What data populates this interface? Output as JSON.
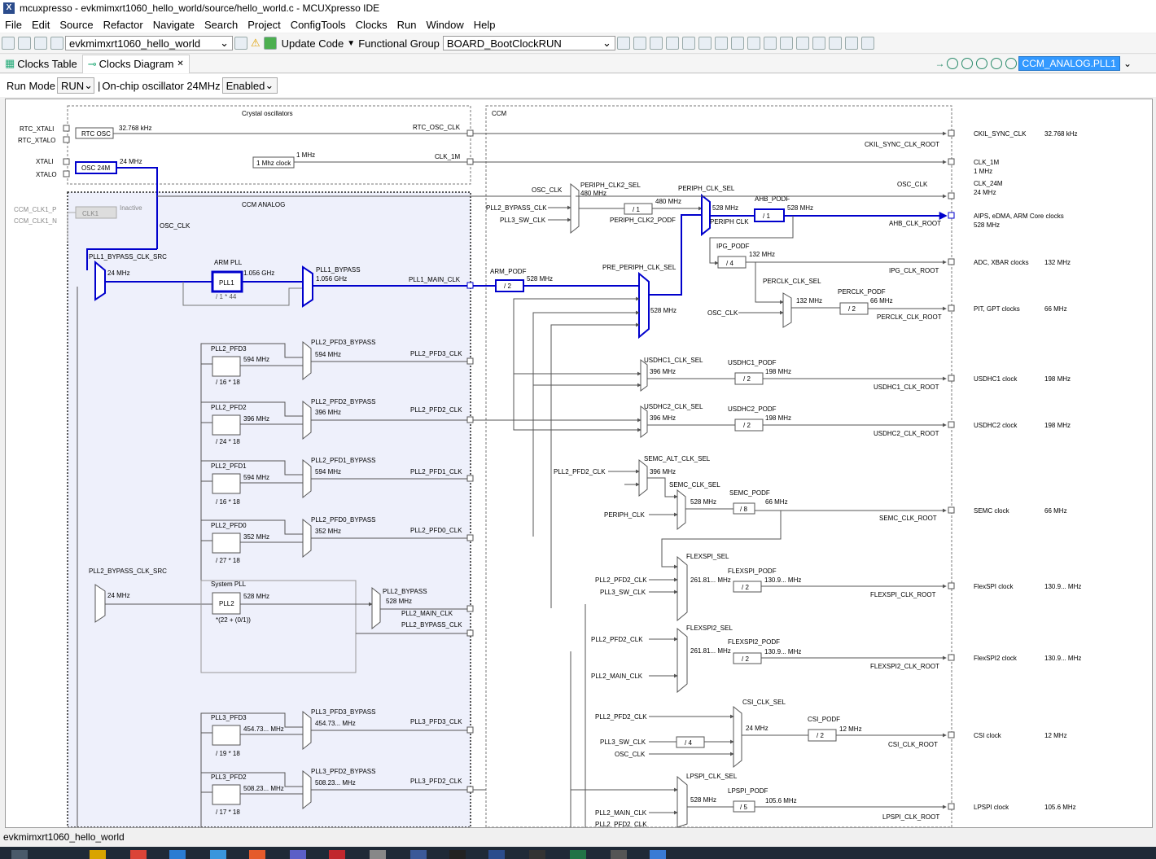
{
  "window": {
    "title": "mcuxpresso - evkmimxrt1060_hello_world/source/hello_world.c - MCUXpresso IDE",
    "app_icon": "mcuxpresso-app-icon"
  },
  "menu": [
    "File",
    "Edit",
    "Source",
    "Refactor",
    "Navigate",
    "Search",
    "Project",
    "ConfigTools",
    "Clocks",
    "Run",
    "Window",
    "Help"
  ],
  "toolbar": {
    "project": "evkmimxrt1060_hello_world",
    "update_code": "Update Code",
    "functional_group_label": "Functional Group",
    "functional_group": "BOARD_BootClockRUN"
  },
  "tabs": {
    "clocks_table": "Clocks Table",
    "clocks_diagram": "Clocks Diagram",
    "selected_element": "CCM_ANALOG.PLL1"
  },
  "runbar": {
    "run_mode_label": "Run Mode",
    "run_mode": "RUN",
    "osc_label": "On-chip oscillator 24MHz",
    "osc_value": "Enabled"
  },
  "diagram": {
    "sections": {
      "crystal": "Crystal oscillators",
      "ccm": "CCM",
      "ccm_analog": "CCM ANALOG"
    },
    "pins": [
      "RTC_XTALI",
      "RTC_XTALO",
      "XTALI",
      "XTALO",
      "CCM_CLK1_P",
      "CCM_CLK1_N"
    ],
    "blocks": {
      "rtc_osc": "RTC OSC",
      "osc24": "OSC 24M",
      "mhz1": "1 Mhz clock",
      "clk1": "CLK1",
      "inactive": "Inactive",
      "pll1": "PLL1",
      "pll2": "PLL2",
      "arm_pll": "ARM PLL",
      "system_pll": "System PLL"
    },
    "labels": {
      "f32k": "32.768 kHz",
      "rtc_osc_clk": "RTC_OSC_CLK",
      "f24": "24 MHz",
      "f1m": "1 MHz",
      "clk_1m": "CLK_1M",
      "osc_clk": "OSC_CLK",
      "pll1_bypass_clk_src": "PLL1_BYPASS_CLK_SRC",
      "pll1_f": "1.056 GHz",
      "pll1_div": "/ 1 * 44",
      "pll1_bypass": "PLL1_BYPASS",
      "pll1_bypass_f": "1.056 GHz",
      "pll1_main_clk": "PLL1_MAIN_CLK",
      "arm_podf": "ARM_PODF",
      "arm_div": "/ 2",
      "f528": "528 MHz",
      "periph_clk2_sel": "PERIPH_CLK2_SEL",
      "f480": "480 MHz",
      "pll2_bypass_clk": "PLL2_BYPASS_CLK",
      "pll3_sw_clk": "PLL3_SW_CLK",
      "div1": "/ 1",
      "periph_clk2_podf": "PERIPH_CLK2_PODF",
      "periph_clk_sel": "PERIPH_CLK_SEL",
      "periph_clk": "PERIPH CLK",
      "ahb_podf": "AHB_PODF",
      "ahb_clk_root": "AHB_CLK_ROOT",
      "ipg_podf": "IPG_PODF",
      "div4": "/ 4",
      "f132": "132 MHz",
      "ipg_clk_root": "IPG_CLK_ROOT",
      "perclk_clk_sel": "PERCLK_CLK_SEL",
      "perclk_podf": "PERCLK_PODF",
      "f66": "66 MHz",
      "perclk_clk_root": "PERCLK_CLK_ROOT",
      "pre_periph_clk_sel": "PRE_PERIPH_CLK_SEL",
      "pll2_pfd3": "PLL2_PFD3",
      "pfd3_f": "594 MHz",
      "pfd3_div": "/ 16 * 18",
      "pll2_pfd3_bypass": "PLL2_PFD3_BYPASS",
      "pll2_pfd3_clk": "PLL2_PFD3_CLK",
      "pll2_pfd2": "PLL2_PFD2",
      "pfd2_f": "396 MHz",
      "pfd2_div": "/ 24 * 18",
      "pll2_pfd2_bypass": "PLL2_PFD2_BYPASS",
      "pll2_pfd2_clk": "PLL2_PFD2_CLK",
      "pll2_pfd1": "PLL2_PFD1",
      "pfd1_div": "/ 16 * 18",
      "pll2_pfd1_bypass": "PLL2_PFD1_BYPASS",
      "pll2_pfd1_clk": "PLL2_PFD1_CLK",
      "pll2_pfd0": "PLL2_PFD0",
      "pfd0_f": "352 MHz",
      "pfd0_div": "/ 27 * 18",
      "pll2_pfd0_bypass": "PLL2_PFD0_BYPASS",
      "pll2_pfd0_clk": "PLL2_PFD0_CLK",
      "pll2_bypass_clk_src": "PLL2_BYPASS_CLK_SRC",
      "pll2_mult": "*(22 + (0/1))",
      "pll2_bypass": "PLL2_BYPASS",
      "pll2_main_clk": "PLL2_MAIN_CLK",
      "pll2_bypass_clk2": "PLL2_BYPASS_CLK",
      "usdhc1_clk_sel": "USDHC1_CLK_SEL",
      "usdhc1_podf": "USDHC1_PODF",
      "div2": "/ 2",
      "f198": "198 MHz",
      "usdhc1_clk_root": "USDHC1_CLK_ROOT",
      "usdhc2_clk_sel": "USDHC2_CLK_SEL",
      "usdhc2_podf": "USDHC2_PODF",
      "usdhc2_clk_root": "USDHC2_CLK_ROOT",
      "semc_alt_clk_sel": "SEMC_ALT_CLK_SEL",
      "pll2_pfd2_clk2": "PLL2_PFD2_CLK",
      "semc_clk_sel": "SEMC_CLK_SEL",
      "periph_clk2": "PERIPH_CLK",
      "semc_podf": "SEMC_PODF",
      "div8": "/ 8",
      "semc_clk_root": "SEMC_CLK_ROOT",
      "flexspi_sel": "FLEXSPI_SEL",
      "f261": "261.81... MHz",
      "flexspi_podf": "FLEXSPI_PODF",
      "f130": "130.9... MHz",
      "flexspi_clk_root": "FLEXSPI_CLK_ROOT",
      "flexspi2_sel": "FLEXSPI2_SEL",
      "flexspi2_podf": "FLEXSPI2_PODF",
      "flexspi2_clk_root": "FLEXSPI2_CLK_ROOT",
      "pll2_main_clk2": "PLL2_MAIN_CLK",
      "csi_clk_sel": "CSI_CLK_SEL",
      "csi_podf": "CSI_PODF",
      "f12": "12 MHz",
      "csi_clk_root": "CSI_CLK_ROOT",
      "lpspi_clk_sel": "LPSPI_CLK_SEL",
      "lpspi_podf": "LPSPI_PODF",
      "div5": "/ 5",
      "f105": "105.6 MHz",
      "lpspi_clk_root": "LPSPI_CLK_ROOT",
      "pll2_pfd2_clk_cut": "PLL2_PFD2_CLK",
      "pll3_pfd3": "PLL3_PFD3",
      "pll3_pfd3_f": "454.73... MHz",
      "pll3_pfd3_div": "/ 19 * 18",
      "pll3_pfd3_bypass": "PLL3_PFD3_BYPASS",
      "pll3_pfd3_bypass_f": "454.73... MHz",
      "pll3_pfd3_clk": "PLL3_PFD3_CLK",
      "pll3_pfd2": "PLL3_PFD2",
      "pll3_pfd2_f": "508.23... MHz",
      "pll3_pfd2_div": "/ 17 * 18",
      "pll3_pfd2_bypass": "PLL3_PFD2_BYPASS",
      "pll3_pfd2_bypass_f": "508.23... MHz",
      "pll3_pfd2_clk": "PLL3_PFD2_CLK",
      "ckil_sync_clk_root": "CKIL_SYNC_CLK_ROOT"
    },
    "outputs": [
      {
        "name": "CKIL_SYNC_CLK",
        "freq": "32.768 kHz"
      },
      {
        "name": "CLK_1M",
        "sub": "1 MHz",
        "freq": ""
      },
      {
        "name": "CLK_24M",
        "sub": "24 MHz",
        "freq": ""
      },
      {
        "name": "AIPS, eDMA, ARM Core clocks",
        "sub": "528 MHz",
        "freq": ""
      },
      {
        "name": "ADC, XBAR clocks",
        "freq": "132 MHz"
      },
      {
        "name": "PIT, GPT clocks",
        "freq": "66 MHz"
      },
      {
        "name": "USDHC1 clock",
        "freq": "198 MHz"
      },
      {
        "name": "USDHC2 clock",
        "freq": "198 MHz"
      },
      {
        "name": "SEMC clock",
        "freq": "66 MHz"
      },
      {
        "name": "FlexSPI clock",
        "freq": "130.9... MHz"
      },
      {
        "name": "FlexSPI2 clock",
        "freq": "130.9... MHz"
      },
      {
        "name": "CSI clock",
        "freq": "12 MHz"
      },
      {
        "name": "LPSPI clock",
        "freq": "105.6 MHz"
      }
    ]
  },
  "status": {
    "project": "evkmimxrt1060_hello_world"
  },
  "colors": {
    "highlight": "#0000cc",
    "line": "#555555",
    "analog_bg": "#eef0fb",
    "selection": "#3399ff"
  }
}
